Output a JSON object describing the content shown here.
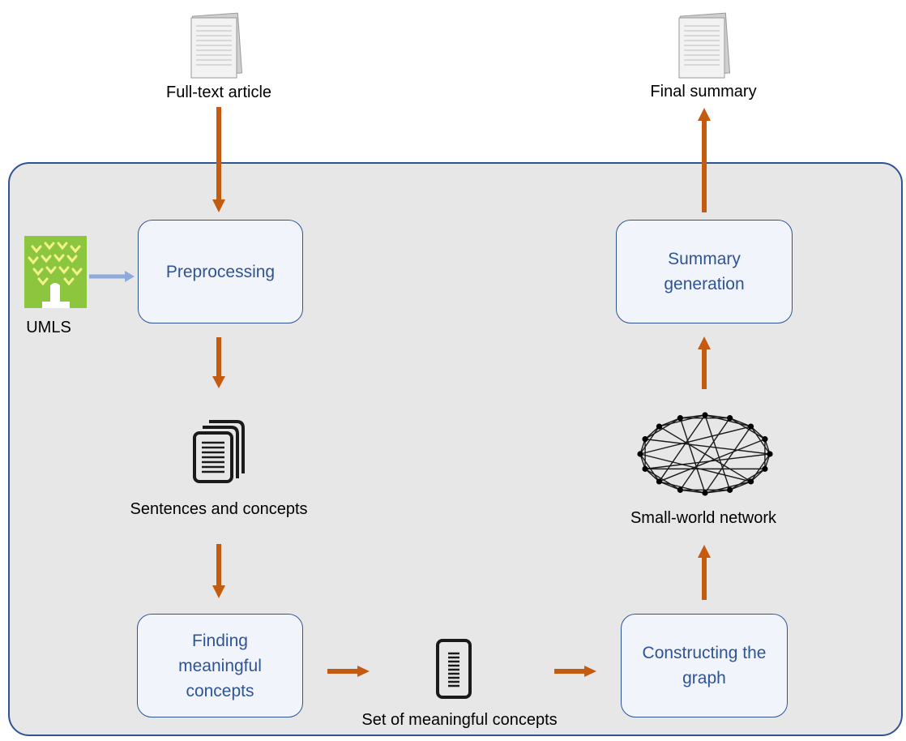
{
  "title": "",
  "labels": {
    "full_text_article": "Full-text article",
    "final_summary": "Final summary",
    "umls": "UMLS",
    "sentences_and_concepts": "Sentences and concepts",
    "small_world_network": "Small-world network",
    "set_of_meaningful_concepts": "Set of meaningful concepts"
  },
  "boxes": {
    "preprocessing": "Preprocessing",
    "summary_generation": "Summary\ngeneration",
    "finding_meaningful_concepts": "Finding\nmeaningful\nconcepts",
    "constructing_the_graph": "Constructing the\ngraph"
  },
  "colors": {
    "panel_border": "#2f5496",
    "box_text": "#2f5496",
    "flow_arrow": "#c55a11",
    "input_arrow": "#8eaadb",
    "umls_green": "#8cc63f"
  },
  "icons": [
    "document-stack-icon",
    "umls-tree-icon",
    "pages-icon",
    "list-document-icon",
    "network-graph-icon"
  ]
}
